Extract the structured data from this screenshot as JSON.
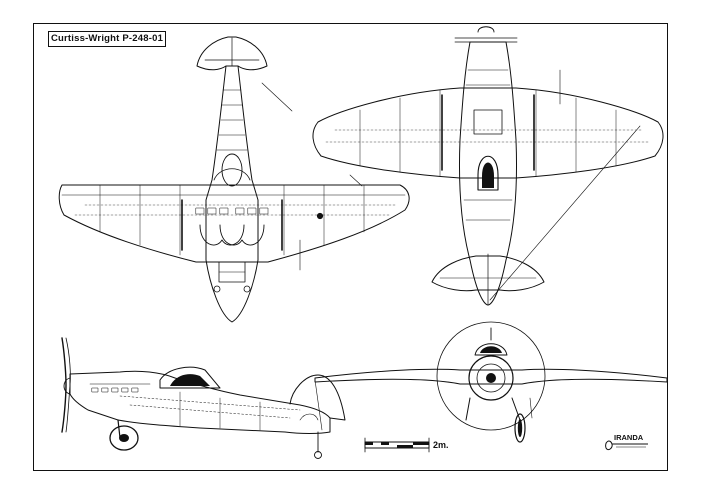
{
  "drawing": {
    "title": "Curtiss-Wright P-248-01",
    "scale_label": "2m.",
    "signature": "MIRANDA",
    "line_color": "#111111",
    "paper_color": "#ffffff"
  }
}
